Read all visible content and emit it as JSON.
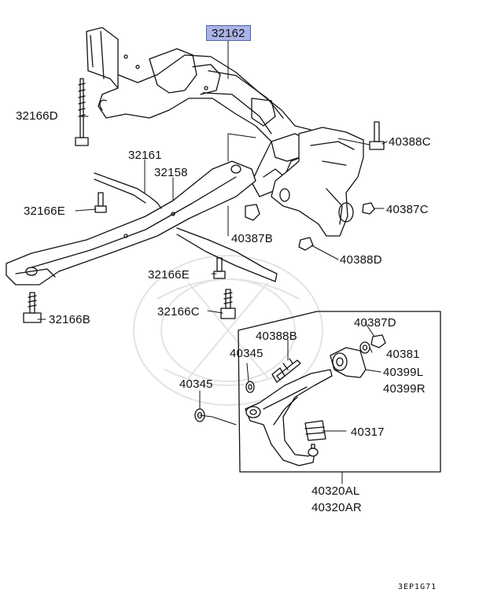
{
  "diagram": {
    "labels": {
      "p32162": "32162",
      "p32166D": "32166D",
      "p32161": "32161",
      "p32158": "32158",
      "p32166E_a": "32166E",
      "p32166E_b": "32166E",
      "p32166B": "32166B",
      "p32166C": "32166C",
      "p40388C": "40388C",
      "p40387C": "40387C",
      "p40387B": "40387B",
      "p40388D": "40388D",
      "p40387D": "40387D",
      "p40388B": "40388B",
      "p40345_a": "40345",
      "p40345_b": "40345",
      "p40381": "40381",
      "p40399L": "40399L",
      "p40399R": "40399R",
      "p40317": "40317",
      "p40320AL": "40320AL",
      "p40320AR": "40320AR"
    },
    "highlight_color": "#aab4e6",
    "figure_code": "3EP1G71"
  }
}
